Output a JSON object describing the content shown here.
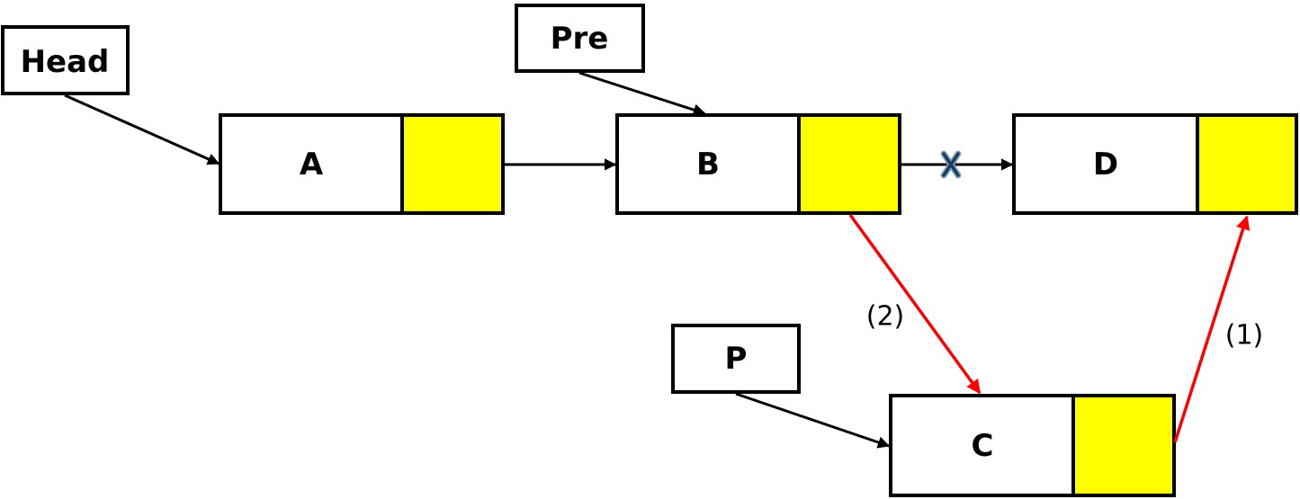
{
  "pointers": {
    "head": "Head",
    "pre": "Pre",
    "p": "P"
  },
  "nodes": {
    "a": "A",
    "b": "B",
    "c": "C",
    "d": "D"
  },
  "steps": {
    "one": "(1)",
    "two": "(2)"
  },
  "colors": {
    "pointer_field": "#ffff00",
    "new_link": "#ff0000",
    "old_link": "#000000",
    "removed_mark": "#1f3b57"
  }
}
